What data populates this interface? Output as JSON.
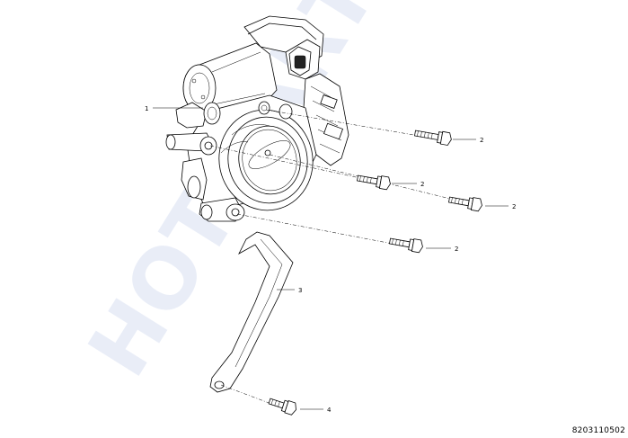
{
  "watermark": "HOT PARTS",
  "callouts": {
    "c1": "1",
    "c2a": "2",
    "c2b": "2",
    "c2c": "2",
    "c2d": "2",
    "c3": "3",
    "c4": "4"
  },
  "diagram_number": "8203110502",
  "colors": {
    "line": "#000000",
    "watermark": "#e7ecf7",
    "background": "#ffffff"
  }
}
